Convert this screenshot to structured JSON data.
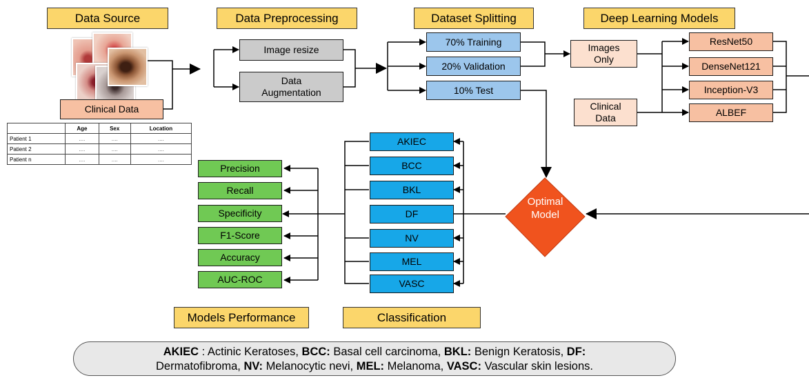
{
  "titles": {
    "data_source": "Data Source",
    "preprocessing": "Data Preprocessing",
    "splitting": "Dataset Splitting",
    "models": "Deep Learning Models",
    "performance": "Models Performance",
    "classification": "Classification"
  },
  "data_source": {
    "clinical_data": "Clinical Data",
    "table": {
      "headers": [
        "",
        "Age",
        "Sex",
        "Location"
      ],
      "rows": [
        [
          "Patient 1",
          "....",
          "....",
          "...."
        ],
        [
          "Patient 2",
          "....",
          "....",
          "...."
        ],
        [
          "Patient n",
          "....",
          "....",
          "...."
        ]
      ]
    }
  },
  "preprocessing": {
    "resize": "Image resize",
    "augmentation": "Data Augmentation"
  },
  "splitting": {
    "training": "70% Training",
    "validation": "20% Validation",
    "test": "10% Test"
  },
  "inputs": {
    "images_only": "Images Only",
    "clinical": "Clinical Data"
  },
  "models": [
    "ResNet50",
    "DenseNet121",
    "Inception-V3",
    "ALBEF"
  ],
  "optimal_model": "Optimal Model",
  "classes": [
    "AKIEC",
    "BCC",
    "BKL",
    "DF",
    "NV",
    "MEL",
    "VASC"
  ],
  "metrics": [
    "Precision",
    "Recall",
    "Specificity",
    "F1-Score",
    "Accuracy",
    "AUC-ROC"
  ],
  "legend": [
    {
      "abbr": "AKIEC",
      "sep": " : ",
      "desc": "Actinic Keratoses, "
    },
    {
      "abbr": "BCC:",
      "sep": " ",
      "desc": "Basal cell carcinoma, "
    },
    {
      "abbr": "BKL:",
      "sep": " ",
      "desc": "Benign Keratosis, "
    },
    {
      "abbr": "DF:",
      "sep": " ",
      "desc": "Dermatofibroma, "
    },
    {
      "abbr": "NV:",
      "sep": " ",
      "desc": "Melanocytic nevi, "
    },
    {
      "abbr": "MEL:",
      "sep": " ",
      "desc": "Melanoma, "
    },
    {
      "abbr": "VASC:",
      "sep": " ",
      "desc": "Vascular skin lesions."
    }
  ],
  "colors": {
    "title": "#fbd66b",
    "gray": "#cbcbcb",
    "blue": "#9cc6ec",
    "salmon": "#f7c0a2",
    "cyan": "#17a7e8",
    "green": "#70c954",
    "diamond": "#f0531e"
  }
}
